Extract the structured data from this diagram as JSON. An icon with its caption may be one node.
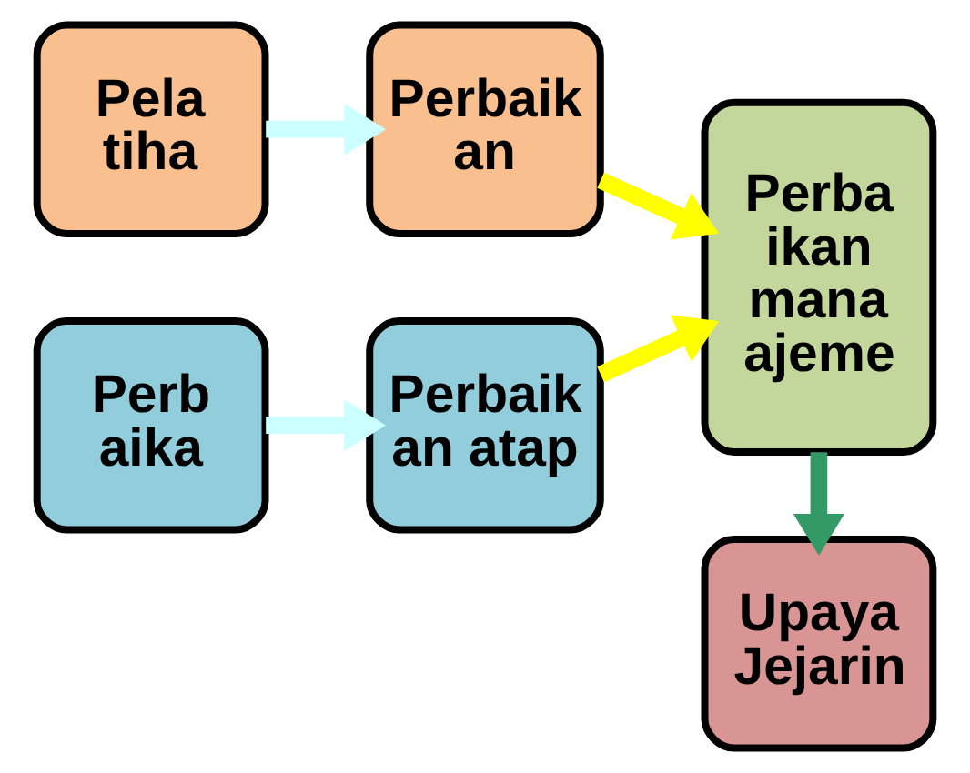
{
  "diagram": {
    "nodes": [
      {
        "text": [
          "Pela tiha"
        ]
      },
      {
        "text": [
          "Perbaik an"
        ]
      },
      {
        "text": [
          "Perb aika"
        ]
      },
      {
        "text": [
          "Perbaik an atap"
        ]
      },
      {
        "text": [
          "Perba ikan mana ajeme"
        ]
      },
      {
        "text": [
          "Upaya Jejarin"
        ]
      }
    ],
    "edges": [
      {
        "from": 0,
        "to": 1,
        "arrow": "to",
        "color": "#ccffff"
      },
      {
        "from": 1,
        "to": 4,
        "arrow": "to",
        "color": "#ffff00"
      },
      {
        "from": 2,
        "to": 3,
        "arrow": "to",
        "color": "#ccffff"
      },
      {
        "from": 3,
        "to": 4,
        "arrow": "to",
        "color": "#ffff00"
      },
      {
        "from": 4,
        "to": 5,
        "arrow": "to",
        "color": "#339966"
      }
    ]
  }
}
